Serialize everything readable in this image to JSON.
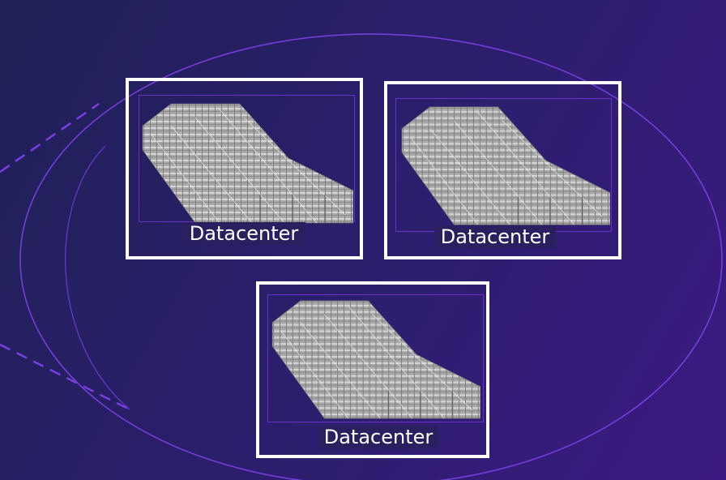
{
  "diagram": {
    "colors": {
      "background_start": "#1f2057",
      "background_end": "#3a1a82",
      "ellipse_stroke": "#7a3ee0",
      "dashed_stroke": "#7a3ee0",
      "box_border": "#ffffff",
      "inner_border": "#6a2fc6",
      "rack_fill": "#b8b8b8"
    },
    "nodes": [
      {
        "label": "Datacenter",
        "icon": "server-racks-icon"
      },
      {
        "label": "Datacenter",
        "icon": "server-racks-icon"
      },
      {
        "label": "Datacenter",
        "icon": "server-racks-icon"
      }
    ]
  }
}
